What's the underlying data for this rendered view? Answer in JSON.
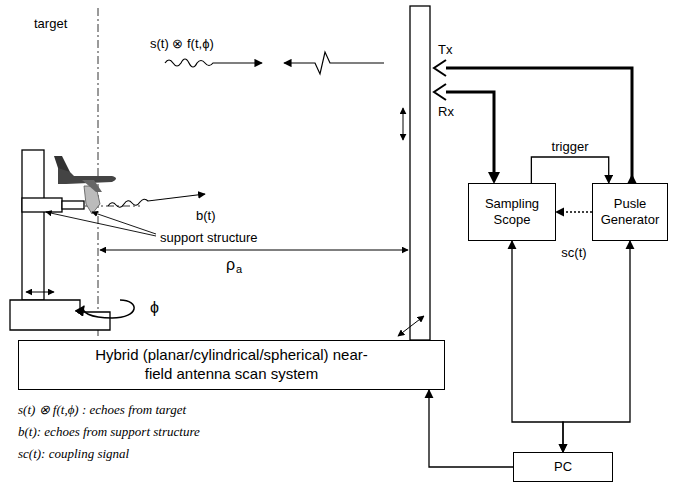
{
  "diagram": {
    "nodes": [
      {
        "text": [
          "Sampling Scope"
        ]
      },
      {
        "text": [
          "Pusle Generator"
        ]
      },
      {
        "text": [
          "Hybrid (planar/cylindrical/spherical) near-field antenna scan system"
        ]
      },
      {
        "text": [
          "PC"
        ]
      }
    ],
    "edges": [
      {
        "from": 0,
        "to": 1,
        "label": "trigger",
        "arrow": "to"
      },
      {
        "from": 1,
        "to": 0,
        "label": "sc(t)",
        "arrow": "to"
      },
      {
        "from": 3,
        "to": 0,
        "arrow": "both"
      },
      {
        "from": 3,
        "to": 1,
        "arrow": "both"
      },
      {
        "from": 3,
        "to": 2,
        "arrow": "to"
      }
    ],
    "labels": [
      "target",
      "s(t) ⊗ f(t,ϕ)",
      "b(t)",
      "support structure",
      "Tx",
      "Rx",
      "ρ",
      "a",
      "ϕ",
      "s(t) ⊗ f(t,ϕ) : echoes from target",
      "b(t): echoes from support structure",
      "sc(t): coupling signal"
    ]
  }
}
